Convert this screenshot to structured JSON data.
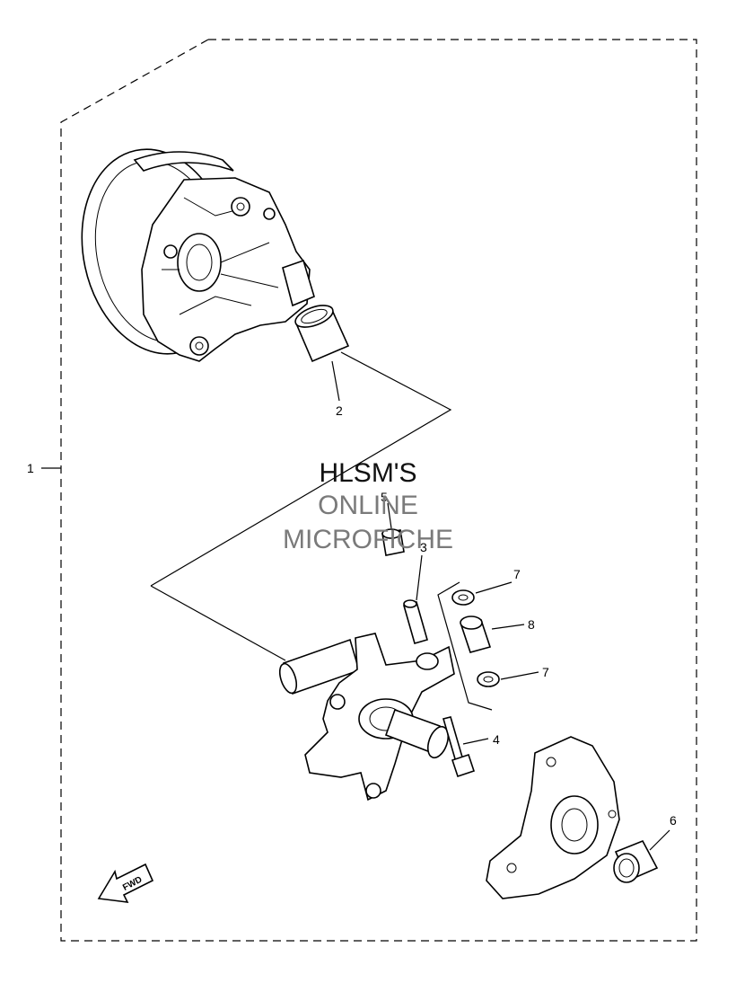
{
  "callouts": {
    "c1": "1",
    "c2": "2",
    "c3": "3",
    "c4": "4",
    "c5": "5",
    "c6": "6",
    "c7a": "7",
    "c7b": "7",
    "c8": "8"
  },
  "watermark": {
    "line1": "HLSM'S",
    "line2": "ONLINE",
    "line3": "MICROFICHE"
  },
  "fwd_label": "FWD",
  "colors": {
    "line": "#000000",
    "background": "#ffffff",
    "watermark_dark": "#111111",
    "watermark_gray": "#7a7a7a"
  }
}
